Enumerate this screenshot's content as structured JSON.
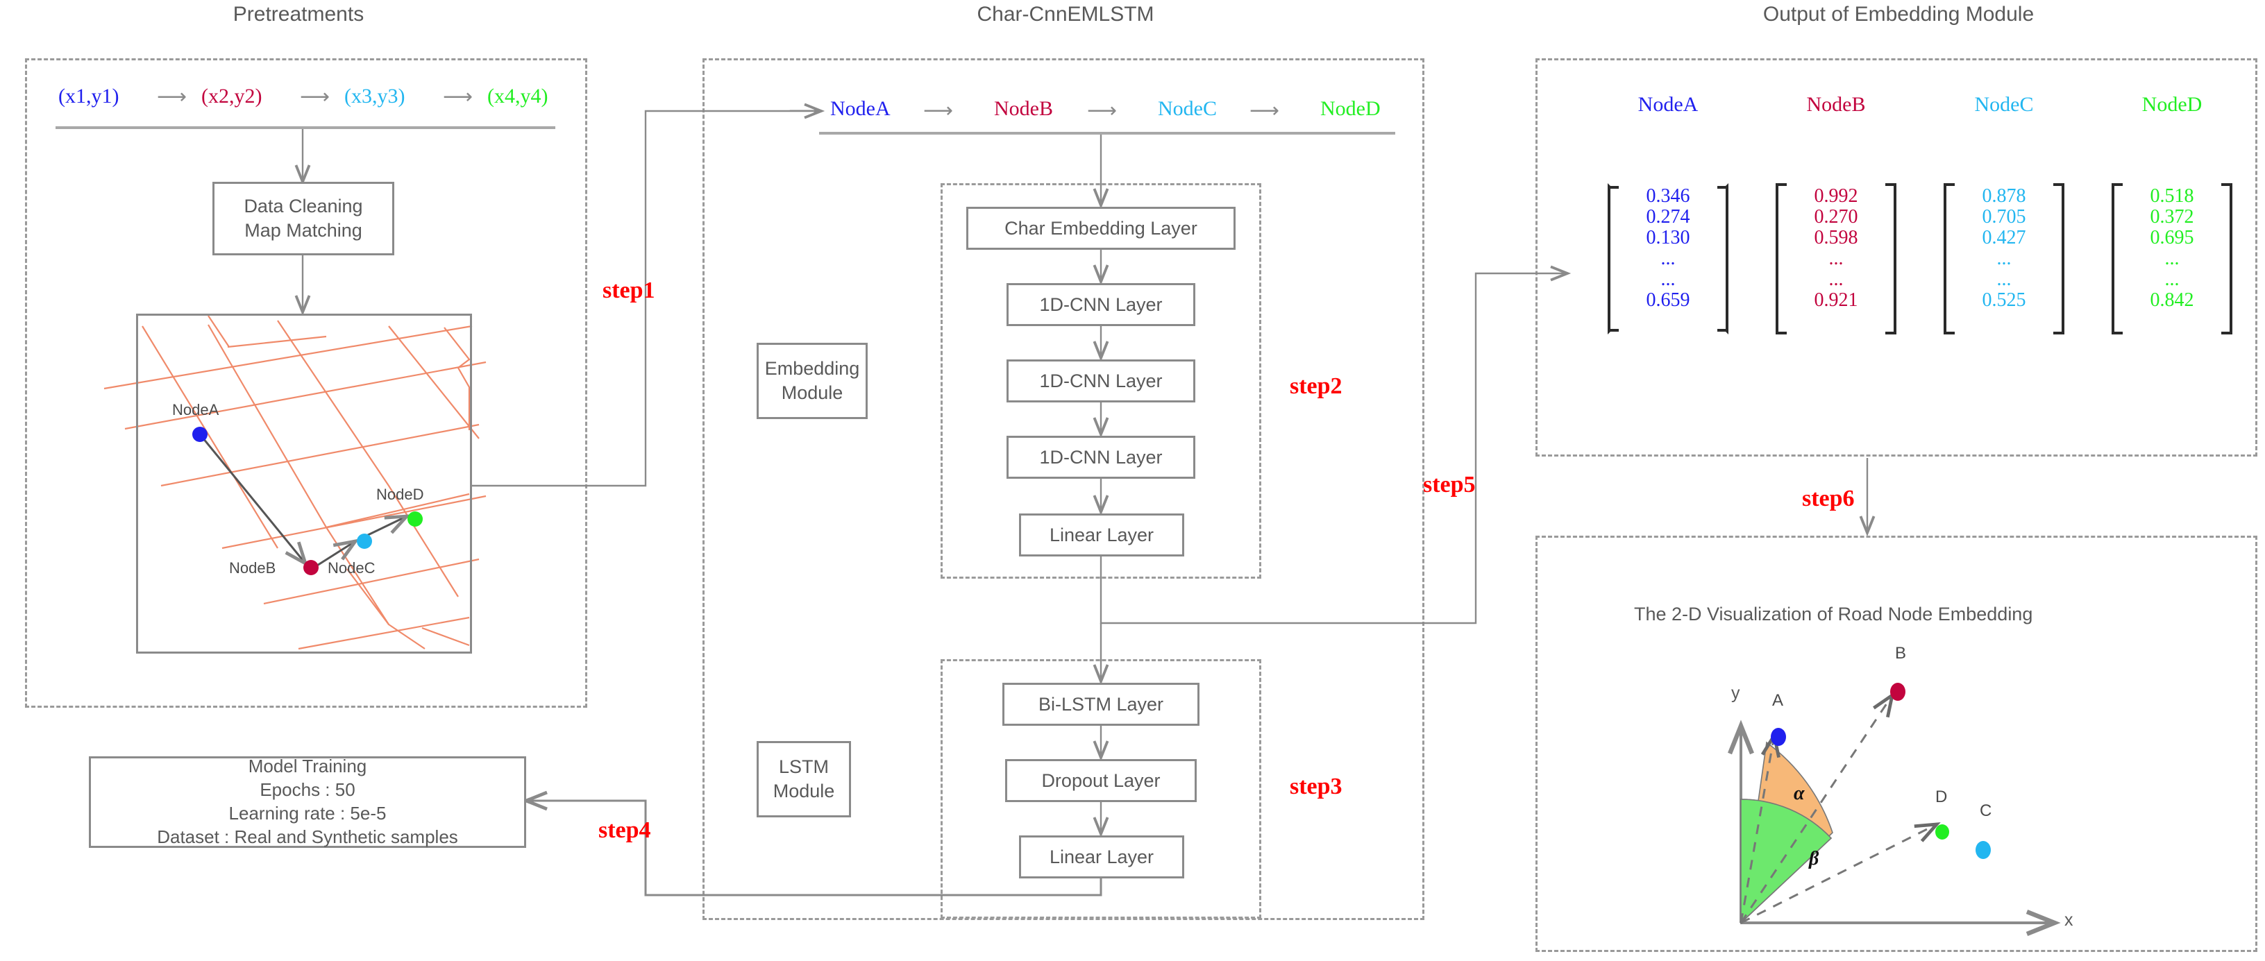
{
  "columns": {
    "left_title": "Pretreatments",
    "middle_title": "Char-CnnEMLSTM",
    "right_title": "Output of Embedding Module"
  },
  "colors": {
    "nodeA": "#2020ee",
    "nodeB": "#c2043e",
    "nodeC": "#22b6f0",
    "nodeD": "#22ee22",
    "step": "#ff0000",
    "box_border": "#8a8a8a",
    "dash_border": "#9a9a9a",
    "road": "#f08a6a",
    "alpha_wedge": "#f7b878",
    "beta_wedge": "#6de86d",
    "text": "#595959"
  },
  "pretreatments": {
    "coords": [
      {
        "label": "(x1,y1)",
        "color": "#2020ee"
      },
      {
        "label": "(x2,y2)",
        "color": "#c2043e"
      },
      {
        "label": "(x3,y3)",
        "color": "#22b6f0"
      },
      {
        "label": "(x4,y4)",
        "color": "#22ee22"
      }
    ],
    "arrow_glyph": "⟶",
    "cleaning_box": {
      "line1": "Data Cleaning",
      "line2": "Map Matching"
    },
    "map_nodes": [
      {
        "label": "NodeA",
        "color": "#2020ee"
      },
      {
        "label": "NodeB",
        "color": "#c2043e"
      },
      {
        "label": "NodeC",
        "color": "#22b6f0"
      },
      {
        "label": "NodeD",
        "color": "#22ee22"
      }
    ]
  },
  "training": {
    "title": "Model Training",
    "epochs": "Epochs : 50",
    "learning_rate": "Learning rate : 5e-5",
    "dataset": "Dataset : Real and Synthetic samples"
  },
  "model": {
    "node_sequence": [
      {
        "label": "NodeA",
        "color": "#2020ee"
      },
      {
        "label": "NodeB",
        "color": "#c2043e"
      },
      {
        "label": "NodeC",
        "color": "#22b6f0"
      },
      {
        "label": "NodeD",
        "color": "#22ee22"
      }
    ],
    "arrow_glyph": "⟶",
    "embedding_module_label": {
      "line1": "Embedding",
      "line2": "Module"
    },
    "lstm_module_label": {
      "line1": "LSTM",
      "line2": "Module"
    },
    "embedding_layers": [
      "Char Embedding Layer",
      "1D-CNN Layer",
      "1D-CNN Layer",
      "1D-CNN Layer",
      "Linear Layer"
    ],
    "lstm_layers": [
      "Bi-LSTM Layer",
      "Dropout Layer",
      "Linear Layer"
    ]
  },
  "steps": {
    "step1": "step1",
    "step2": "step2",
    "step3": "step3",
    "step4": "step4",
    "step5": "step5",
    "step6": "step6"
  },
  "embedding_output": {
    "ellipsis": "...",
    "matrices": [
      {
        "name": "NodeA",
        "color": "#2020ee",
        "values": [
          "0.346",
          "0.274",
          "0.130",
          "...",
          "...",
          "0.659"
        ]
      },
      {
        "name": "NodeB",
        "color": "#c2043e",
        "values": [
          "0.992",
          "0.270",
          "0.598",
          "...",
          "...",
          "0.921"
        ]
      },
      {
        "name": "NodeC",
        "color": "#22b6f0",
        "values": [
          "0.878",
          "0.705",
          "0.427",
          "...",
          "...",
          "0.525"
        ]
      },
      {
        "name": "NodeD",
        "color": "#22ee22",
        "values": [
          "0.518",
          "0.372",
          "0.695",
          "...",
          "...",
          "0.842"
        ]
      }
    ]
  },
  "visualization": {
    "title": "The 2-D Visualization of Road Node Embedding",
    "x_axis_label": "x",
    "y_axis_label": "y",
    "angles": [
      {
        "label": "α"
      },
      {
        "label": "β"
      }
    ],
    "points": [
      {
        "label": "A",
        "color": "#2020ee"
      },
      {
        "label": "B",
        "color": "#c2043e"
      },
      {
        "label": "C",
        "color": "#22b6f0"
      },
      {
        "label": "D",
        "color": "#22ee22"
      }
    ]
  }
}
